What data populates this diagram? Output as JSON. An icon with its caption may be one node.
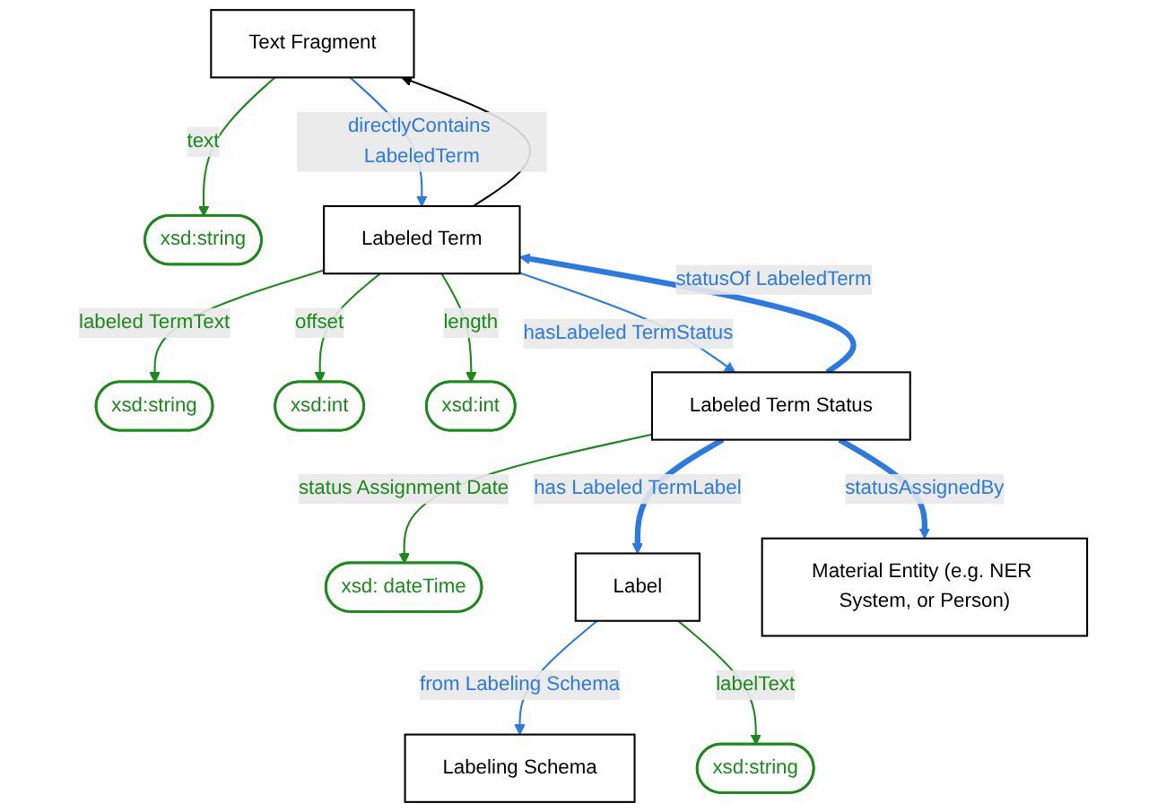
{
  "diagram": {
    "nodes": [
      {
        "text": [
          "xsd:string"
        ]
      },
      {
        "text": [
          "Text Fragment"
        ]
      },
      {
        "text": [
          "xsd:string"
        ]
      },
      {
        "text": [
          "xsd:int"
        ]
      },
      {
        "text": [
          "Labeled Term"
        ]
      },
      {
        "text": [
          "xsd:int"
        ]
      },
      {
        "text": [
          "Labeling Schema"
        ]
      },
      {
        "text": [
          "xsd: dateTime"
        ]
      },
      {
        "text": [
          "Labeled Term Status"
        ]
      },
      {
        "text": [
          "Label"
        ]
      },
      {
        "text": [
          "Material Entity (e.g. NER System, or Person)"
        ]
      },
      {
        "text": [
          "xsd:string"
        ]
      }
    ],
    "edges": [
      {
        "from": 4,
        "to": 0,
        "arrow": "to",
        "label": "labeled TermText",
        "color": "#1a8a1a"
      },
      {
        "from": 1,
        "to": 2,
        "arrow": "to",
        "label": "text",
        "color": "#1a8a1a"
      },
      {
        "from": 4,
        "to": 1,
        "arrow": "to",
        "color": "#000000"
      },
      {
        "from": 1,
        "to": 4,
        "arrow": "to",
        "label": "directlyContains LabeledTerm",
        "color": "#2a7ae2"
      },
      {
        "from": 4,
        "to": 3,
        "arrow": "to",
        "label": "offset",
        "color": "#1a8a1a"
      },
      {
        "from": 4,
        "to": 5,
        "arrow": "to",
        "label": "length",
        "color": "#1a8a1a"
      },
      {
        "from": 4,
        "to": 8,
        "arrow": "to",
        "label": "hasLabeled TermStatus",
        "color": "#2a7ae2"
      },
      {
        "from": 8,
        "to": 4,
        "arrow": "to",
        "label": "statusOf LabeledTerm",
        "style": "thick",
        "color": "#2a7ae2"
      },
      {
        "from": 8,
        "to": 7,
        "arrow": "to",
        "label": "status Assignment Date",
        "color": "#1a8a1a"
      },
      {
        "from": 8,
        "to": 9,
        "arrow": "to",
        "label": "has Labeled TermLabel",
        "style": "thick",
        "color": "#2a7ae2"
      },
      {
        "from": 9,
        "to": 6,
        "arrow": "to",
        "label": "from Labeling Schema",
        "color": "#2a7ae2"
      },
      {
        "from": 8,
        "to": 10,
        "arrow": "to",
        "label": "statusAssignedBy",
        "style": "thick",
        "color": "#2a7ae2"
      },
      {
        "from": 9,
        "to": 11,
        "arrow": "to",
        "label": "labelText",
        "color": "#1a8a1a"
      }
    ]
  }
}
